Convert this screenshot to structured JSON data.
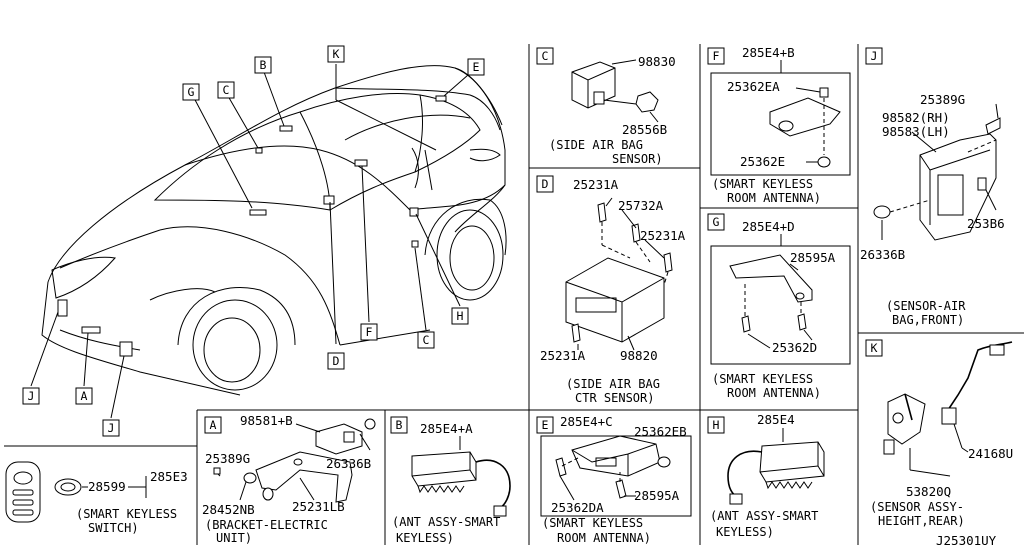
{
  "diagram_code": "J25301UY",
  "car_view": {
    "callouts": {
      "A": "A",
      "B": "B",
      "C_upper": "C",
      "C_lower": "C",
      "D": "D",
      "E": "E",
      "F": "F",
      "G": "G",
      "H": "H",
      "J_left": "J",
      "J_bottom": "J",
      "K": "K"
    }
  },
  "keyfob": {
    "part_number": "28599",
    "group_number": "285E3",
    "caption_line1": "(SMART KEYLESS",
    "caption_line2": "SWITCH)"
  },
  "sections": {
    "A": {
      "tag": "A",
      "parts": {
        "p1": "98581+B",
        "p2": "25389G",
        "p3": "26336B",
        "p4": "28452NB",
        "p5": "25231LB"
      },
      "caption_line1": "(BRACKET-ELECTRIC",
      "caption_line2": "UNIT)"
    },
    "B": {
      "tag": "B",
      "parts": {
        "p1": "285E4+A"
      },
      "caption_line1": "(ANT ASSY-SMART",
      "caption_line2": "KEYLESS)"
    },
    "C": {
      "tag": "C",
      "parts": {
        "p1": "98830",
        "p2": "28556B"
      },
      "caption_line1": "(SIDE AIR BAG",
      "caption_line2": "SENSOR)"
    },
    "D": {
      "tag": "D",
      "parts": {
        "p1": "25231A",
        "p2": "25732A",
        "p3": "25231A",
        "p4": "25231A",
        "p5": "98820"
      },
      "caption_line1": "(SIDE AIR BAG",
      "caption_line2": "CTR SENSOR)"
    },
    "E": {
      "tag": "E",
      "parts": {
        "p1": "285E4+C",
        "p2": "25362EB",
        "p3": "25362DA",
        "p4": "28595A"
      },
      "caption_line1": "(SMART KEYLESS",
      "caption_line2": "ROOM ANTENNA)"
    },
    "F": {
      "tag": "F",
      "parts": {
        "p1": "285E4+B",
        "p2": "25362EA",
        "p3": "25362E"
      },
      "caption_line1": "(SMART KEYLESS",
      "caption_line2": "ROOM ANTENNA)"
    },
    "G": {
      "tag": "G",
      "parts": {
        "p1": "285E4+D",
        "p2": "28595A",
        "p3": "25362D"
      },
      "caption_line1": "(SMART KEYLESS",
      "caption_line2": "ROOM ANTENNA)"
    },
    "H": {
      "tag": "H",
      "parts": {
        "p1": "285E4"
      },
      "caption_line1": "(ANT ASSY-SMART",
      "caption_line2": "KEYLESS)"
    },
    "J": {
      "tag": "J",
      "parts": {
        "p1": "25389G",
        "p2": "98582(RH)",
        "p3": "98583(LH)",
        "p4": "26336B",
        "p5": "253B6"
      },
      "caption_line1": "(SENSOR-AIR",
      "caption_line2": "BAG,FRONT)"
    },
    "K": {
      "tag": "K",
      "parts": {
        "p1": "24168U",
        "p2": "53820Q"
      },
      "caption_line1": "(SENSOR ASSY-",
      "caption_line2": "HEIGHT,REAR)"
    }
  }
}
